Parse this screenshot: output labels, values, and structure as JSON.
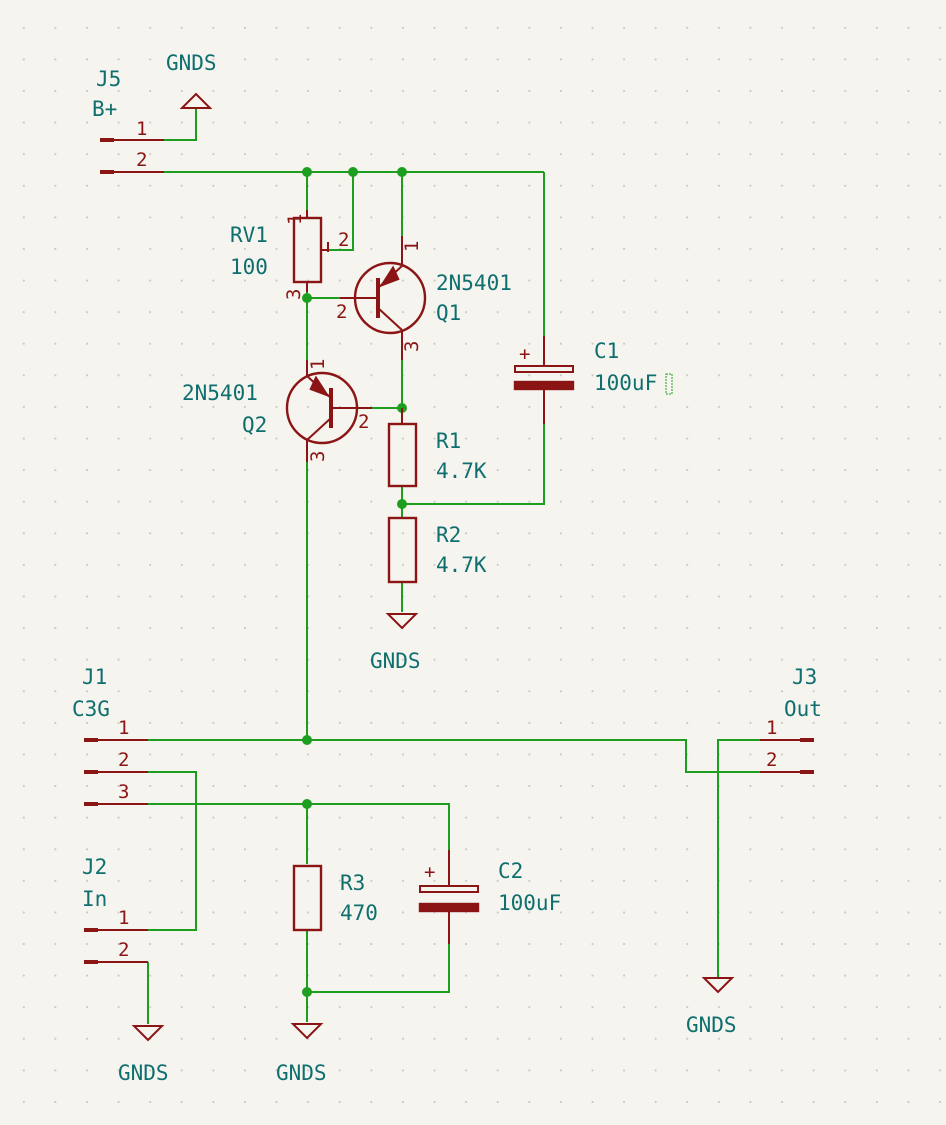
{
  "power_labels": {
    "gnd_top": "GNDS",
    "gnd_r2": "GNDS",
    "gnd_j2": "GNDS",
    "gnd_r3": "GNDS",
    "gnd_j3": "GNDS"
  },
  "components": {
    "J5": {
      "ref": "J5",
      "value": "B+",
      "pins": [
        "1",
        "2"
      ]
    },
    "RV1": {
      "ref": "RV1",
      "value": "100",
      "pins": [
        "1",
        "2",
        "3"
      ]
    },
    "Q1": {
      "ref": "Q1",
      "value": "2N5401",
      "pins": [
        "1",
        "2",
        "3"
      ]
    },
    "Q2": {
      "ref": "Q2",
      "value": "2N5401",
      "pins": [
        "1",
        "2",
        "3"
      ]
    },
    "C1": {
      "ref": "C1",
      "value": "100uF",
      "polarity": "+"
    },
    "R1": {
      "ref": "R1",
      "value": "4.7K"
    },
    "R2": {
      "ref": "R2",
      "value": "4.7K"
    },
    "J1": {
      "ref": "J1",
      "value": "C3G",
      "pins": [
        "1",
        "2",
        "3"
      ]
    },
    "J2": {
      "ref": "J2",
      "value": "In",
      "pins": [
        "1",
        "2"
      ]
    },
    "R3": {
      "ref": "R3",
      "value": "470"
    },
    "C2": {
      "ref": "C2",
      "value": "100uF",
      "polarity": "+"
    },
    "J3": {
      "ref": "J3",
      "value": "Out",
      "pins": [
        "1",
        "2"
      ]
    }
  },
  "colors": {
    "background": "#f5f4ef",
    "wire": "#1e9e1e",
    "symbol": "#8b1414",
    "reference_text": "#0f6e6e"
  }
}
